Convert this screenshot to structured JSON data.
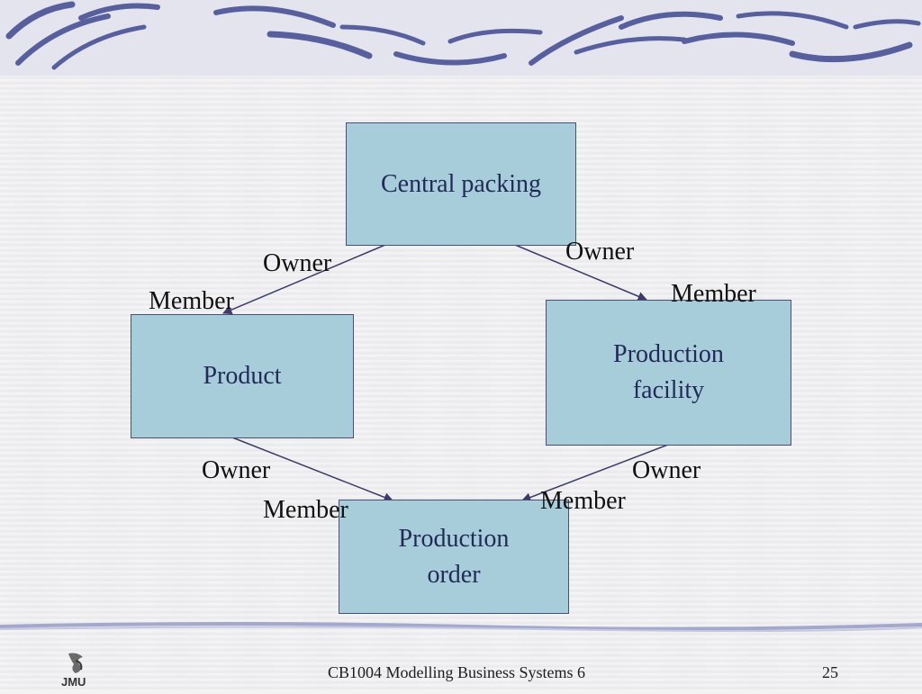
{
  "diagram": {
    "boxes": {
      "central_packing": "Central packing",
      "product": "Product",
      "production_facility": [
        "Production",
        "facility"
      ],
      "production_order": [
        "Production",
        "order"
      ]
    },
    "labels": {
      "owner_1": "Owner",
      "member_1": "Member",
      "owner_2": "Owner",
      "member_2": "Member",
      "owner_3": "Owner",
      "member_3": "Member",
      "owner_4": "Owner",
      "member_4": "Member"
    }
  },
  "footer": {
    "course": "CB1004 Modelling Business Systems 6",
    "page_number": "25",
    "logo_text": "JMU"
  },
  "colors": {
    "box_fill": "#a7cddb",
    "box_border": "#4b4f74",
    "box_text": "#222a58",
    "connector": "#3c3c6a",
    "header_swirl": "#3f4a8f"
  }
}
